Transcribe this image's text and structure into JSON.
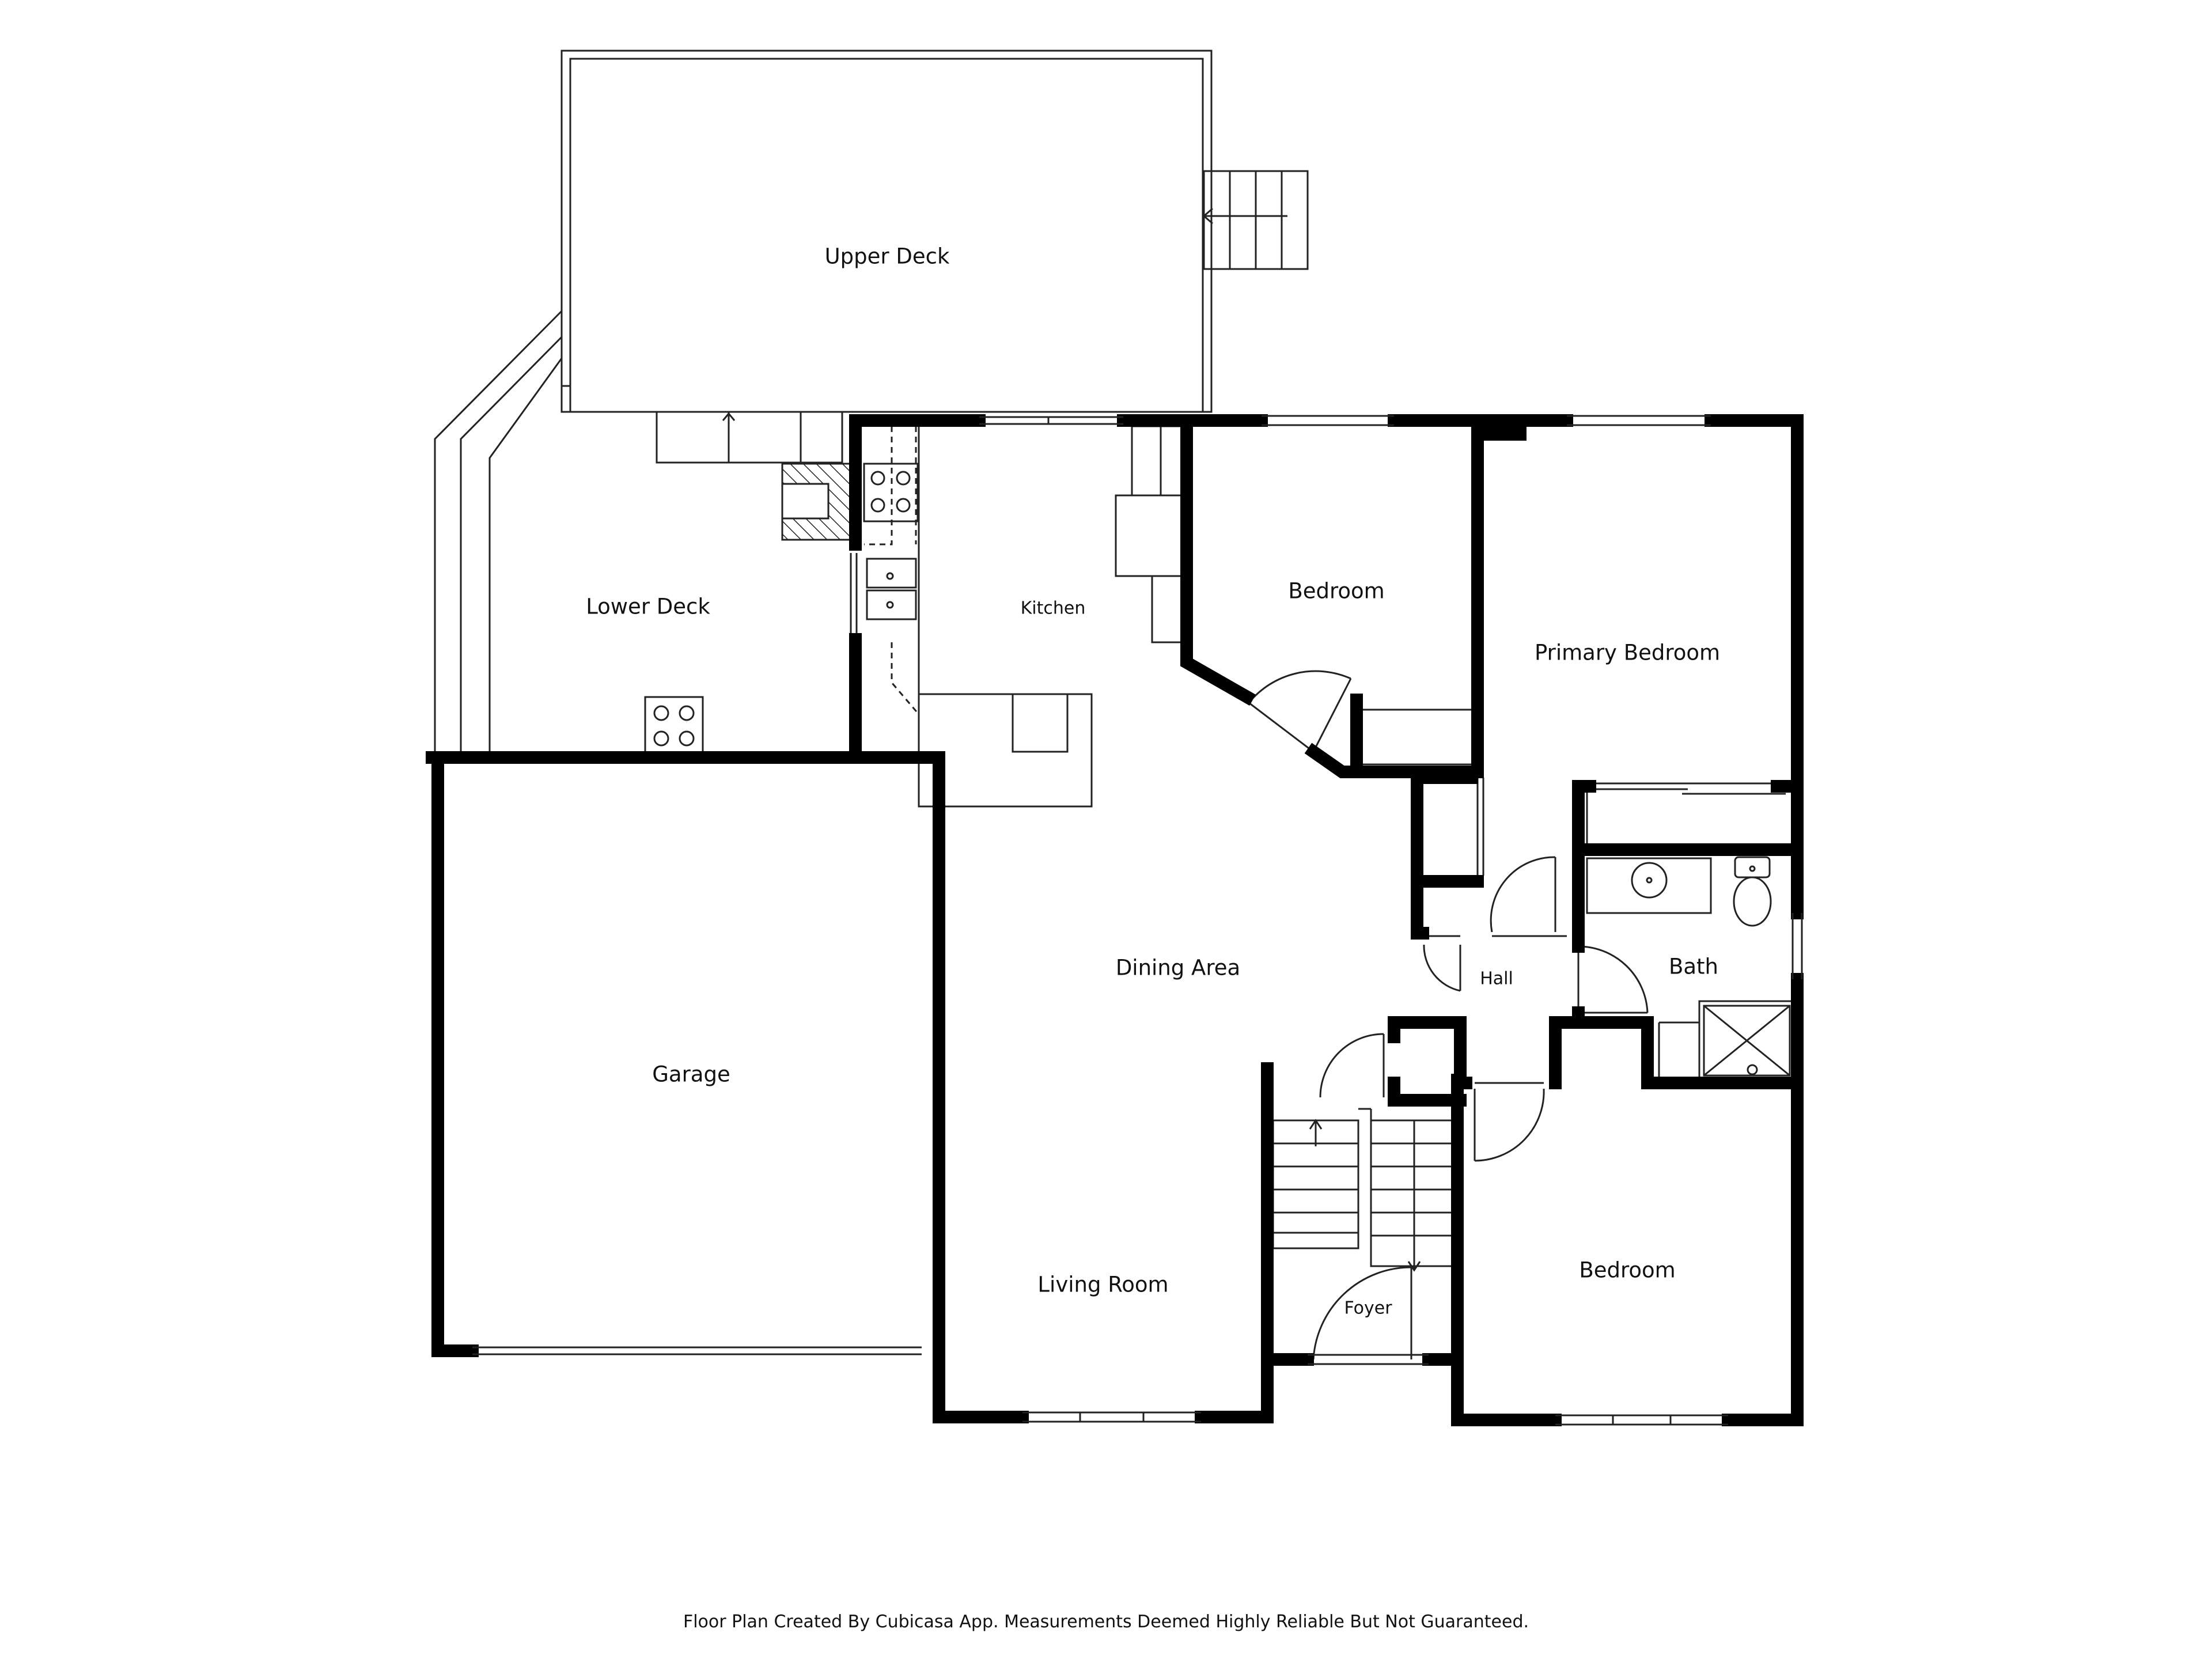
{
  "plan": {
    "colors": {
      "wall": "#000000",
      "line": "#222222",
      "background": "#ffffff"
    },
    "rooms": {
      "upper_deck": "Upper Deck",
      "lower_deck": "Lower Deck",
      "kitchen": "Kitchen",
      "bedroom_top": "Bedroom",
      "primary_bedroom": "Primary Bedroom",
      "dining_area": "Dining Area",
      "hall": "Hall",
      "bath": "Bath",
      "garage": "Garage",
      "living_room": "Living Room",
      "foyer": "Foyer",
      "bedroom_bottom": "Bedroom"
    },
    "icons": [
      "stair-arrow-icon",
      "stove-icon",
      "sink-icon",
      "toilet-icon",
      "shower-icon"
    ]
  },
  "footer": {
    "note": "Floor Plan Created By Cubicasa App. Measurements Deemed Highly Reliable But Not Guaranteed."
  }
}
